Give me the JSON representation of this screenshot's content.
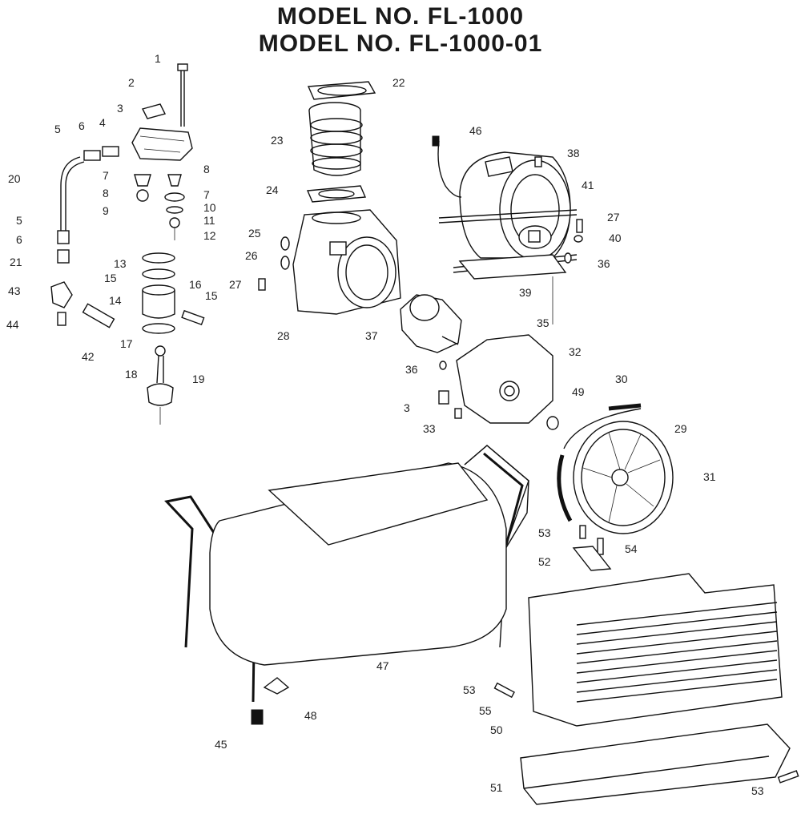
{
  "header": {
    "line1": "MODEL NO. FL-1000",
    "line2": "MODEL NO. FL-1000-01"
  },
  "labels": [
    "1",
    "2",
    "3",
    "4",
    "5",
    "6",
    "20",
    "7",
    "8",
    "9",
    "8",
    "7",
    "10",
    "11",
    "12",
    "5",
    "6",
    "21",
    "43",
    "44",
    "42",
    "13",
    "15",
    "14",
    "16",
    "15",
    "17",
    "18",
    "19",
    "22",
    "23",
    "24",
    "25",
    "26",
    "27",
    "28",
    "37",
    "46",
    "38",
    "41",
    "27",
    "40",
    "36",
    "39",
    "35",
    "32",
    "36",
    "30",
    "49",
    "3",
    "33",
    "29",
    "31",
    "53",
    "54",
    "52",
    "47",
    "48",
    "45",
    "53",
    "55",
    "50",
    "51",
    "53"
  ],
  "colors": {
    "ink": "#111111",
    "paper": "#ffffff",
    "label": "#222222"
  }
}
